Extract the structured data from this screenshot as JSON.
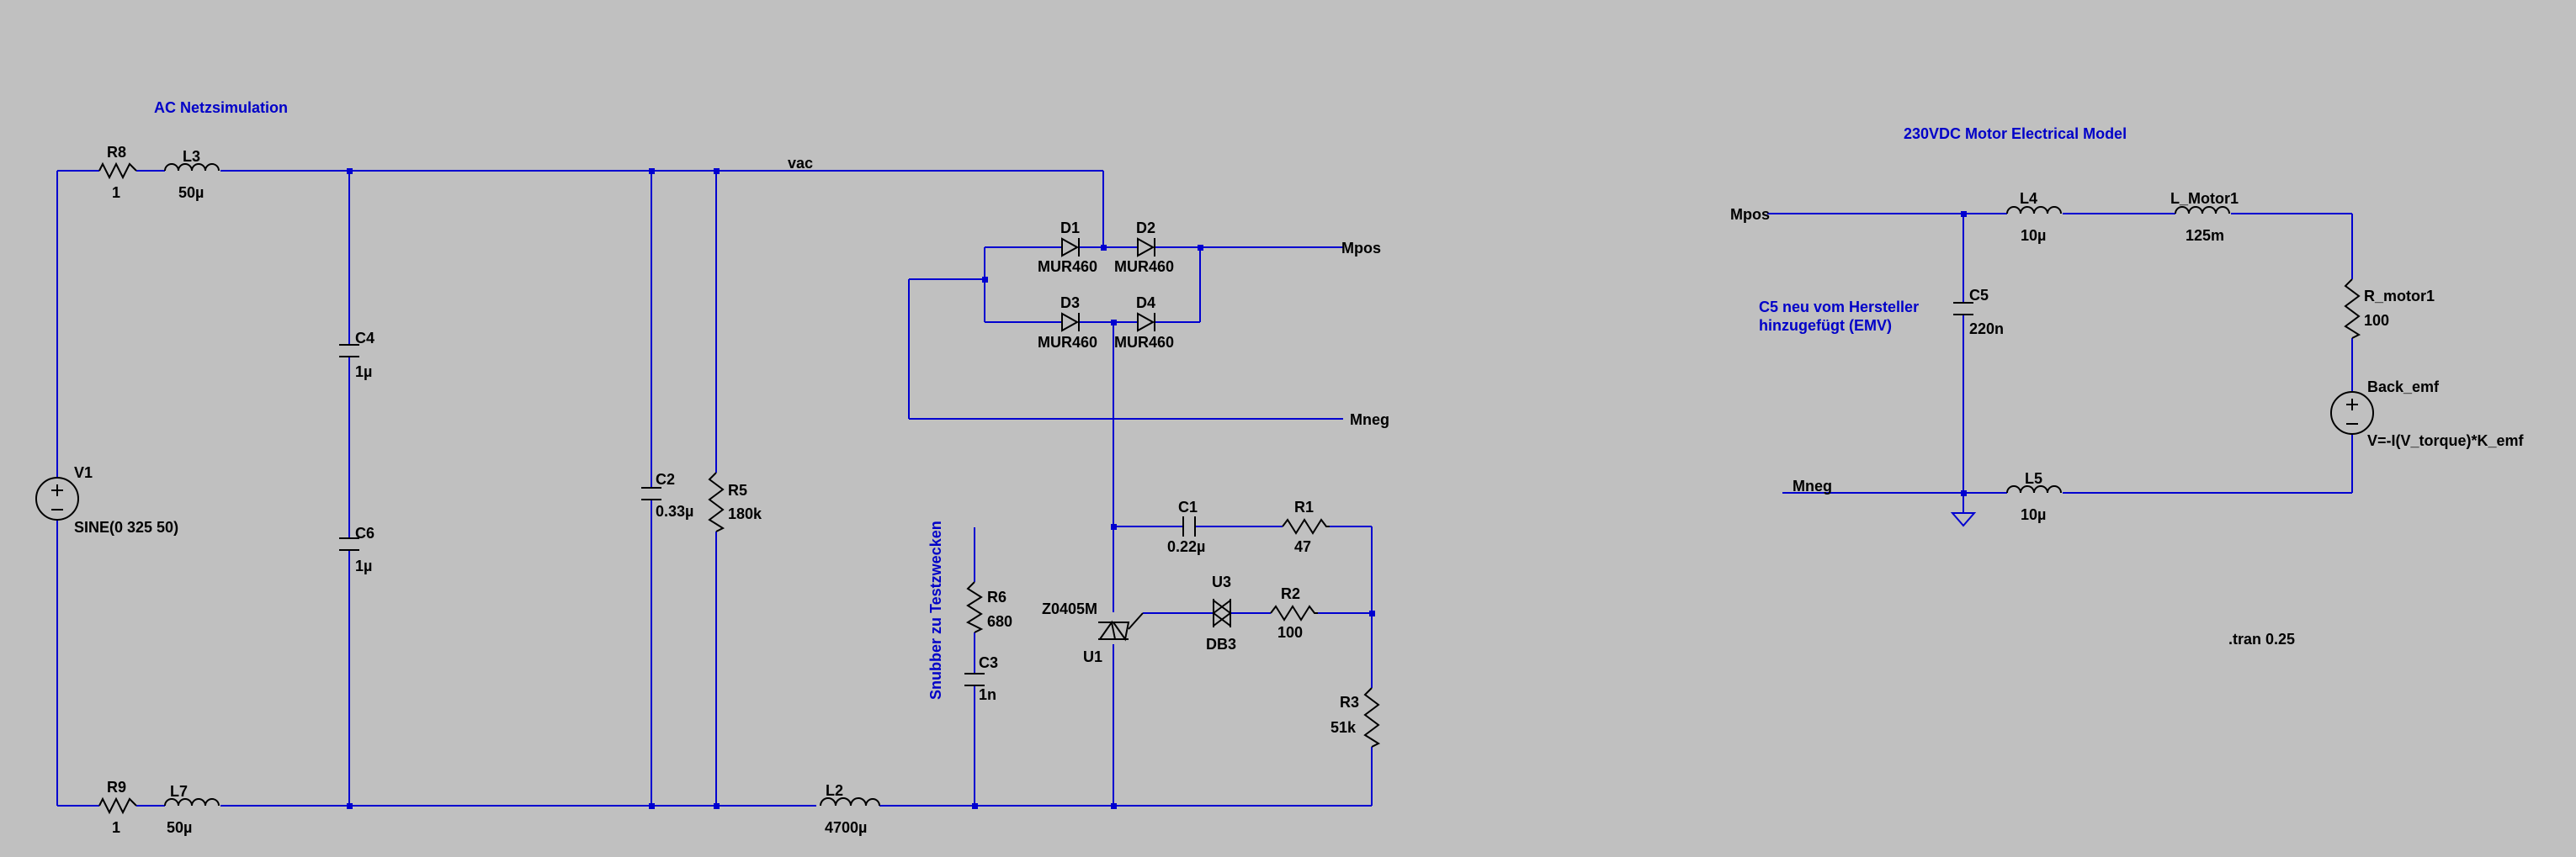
{
  "app": {
    "name": "LTspice schematic",
    "background": "#c0c0c0",
    "wire_color": "#0000d0",
    "note_color": "#0000c8"
  },
  "notes": {
    "ac_title": "AC Netzsimulation",
    "motor_title": "230VDC Motor Electrical Model",
    "c5_note_line1": "C5 neu vom Hersteller",
    "c5_note_line2": "hinzugefügt (EMV)",
    "snubber_note": "Snubber zu Testzwecken",
    "tran": ".tran 0.25"
  },
  "nets": {
    "vac": "vac",
    "mpos": "Mpos",
    "mneg": "Mneg",
    "mpos2": "Mpos",
    "mneg2": "Mneg"
  },
  "components": {
    "R8": {
      "name": "R8",
      "value": "1"
    },
    "L3": {
      "name": "L3",
      "value": "50µ"
    },
    "R9": {
      "name": "R9",
      "value": "1"
    },
    "L7": {
      "name": "L7",
      "value": "50µ"
    },
    "V1": {
      "name": "V1",
      "value": "SINE(0 325 50)"
    },
    "C4": {
      "name": "C4",
      "value": "1µ"
    },
    "C6": {
      "name": "C6",
      "value": "1µ"
    },
    "C2": {
      "name": "C2",
      "value": "0.33µ"
    },
    "R5": {
      "name": "R5",
      "value": "180k"
    },
    "L2": {
      "name": "L2",
      "value": "4700µ"
    },
    "D1": {
      "name": "D1",
      "value": "MUR460"
    },
    "D2": {
      "name": "D2",
      "value": "MUR460"
    },
    "D3": {
      "name": "D3",
      "value": "MUR460"
    },
    "D4": {
      "name": "D4",
      "value": "MUR460"
    },
    "R6": {
      "name": "R6",
      "value": "680"
    },
    "C3": {
      "name": "C3",
      "value": "1n"
    },
    "U1": {
      "name": "U1",
      "value": "Z0405M"
    },
    "C1": {
      "name": "C1",
      "value": "0.22µ"
    },
    "R1": {
      "name": "R1",
      "value": "47"
    },
    "U3": {
      "name": "U3",
      "value": "DB3"
    },
    "R2": {
      "name": "R2",
      "value": "100"
    },
    "R3": {
      "name": "R3",
      "value": "51k"
    },
    "L4": {
      "name": "L4",
      "value": "10µ"
    },
    "L_Motor1": {
      "name": "L_Motor1",
      "value": "125m"
    },
    "R_motor1": {
      "name": "R_motor1",
      "value": "100"
    },
    "Back_emf": {
      "name": "Back_emf",
      "value": "V=-I(V_torque)*K_emf"
    },
    "C5": {
      "name": "C5",
      "value": "220n"
    },
    "L5": {
      "name": "L5",
      "value": "10µ"
    }
  }
}
